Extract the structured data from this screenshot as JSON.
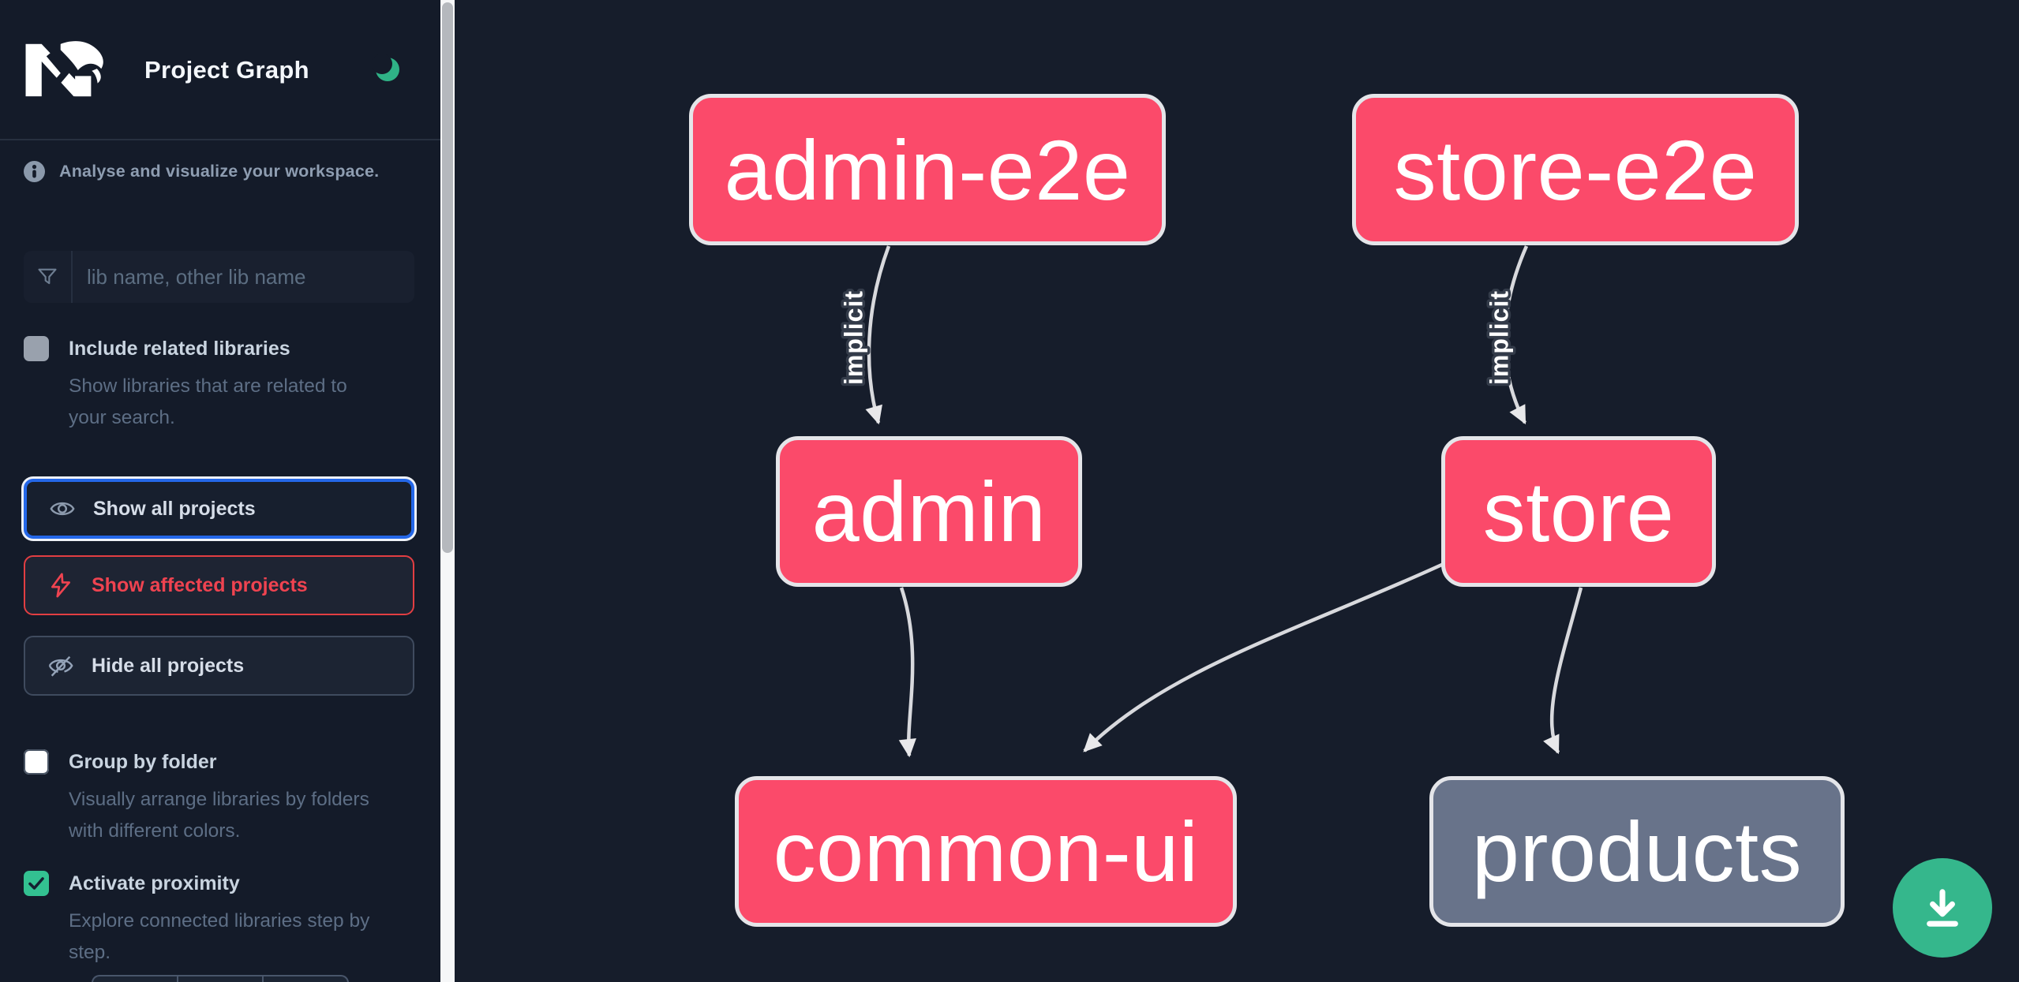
{
  "header": {
    "app_title": "Project Graph",
    "logo": "nx-logo",
    "theme_toggle": "moon-icon"
  },
  "sidebar": {
    "tagline": "Analyse and visualize your workspace.",
    "search": {
      "placeholder": "lib name, other lib name",
      "icon": "funnel-icon"
    },
    "checkboxes": [
      {
        "label": "Include related libraries",
        "description": "Show libraries that are related to your search.",
        "checked": false,
        "style": "gray"
      },
      {
        "label": "Group by folder",
        "description": "Visually arrange libraries by folders with different colors.",
        "checked": false,
        "style": "white"
      },
      {
        "label": "Activate proximity",
        "description": "Explore connected libraries step by step.",
        "checked": true,
        "style": "green"
      }
    ],
    "buttons": [
      {
        "label": "Show all projects",
        "icon": "eye-icon",
        "state": "focused"
      },
      {
        "label": "Show affected projects",
        "icon": "lightning-icon",
        "state": "danger"
      },
      {
        "label": "Hide all projects",
        "icon": "eye-off-icon",
        "state": "default"
      }
    ]
  },
  "graph": {
    "nodes": [
      {
        "label": "admin-e2e",
        "color": "pink"
      },
      {
        "label": "store-e2e",
        "color": "pink"
      },
      {
        "label": "admin",
        "color": "pink"
      },
      {
        "label": "store",
        "color": "pink"
      },
      {
        "label": "common-ui",
        "color": "pink"
      },
      {
        "label": "products",
        "color": "gray"
      }
    ],
    "edges": [
      {
        "from": "admin-e2e",
        "to": "admin",
        "label": "implicit"
      },
      {
        "from": "store-e2e",
        "to": "store",
        "label": "implicit"
      },
      {
        "from": "admin",
        "to": "common-ui",
        "label": ""
      },
      {
        "from": "store",
        "to": "common-ui",
        "label": ""
      },
      {
        "from": "store",
        "to": "products",
        "label": ""
      }
    ]
  },
  "fab": {
    "icon": "download-icon"
  },
  "colors": {
    "background": "#161d2b",
    "sidebar_background": "#141b29",
    "node_pink": "#fb4a6a",
    "node_gray": "#68738a",
    "node_border": "#e4e5e9",
    "edge": "#d8d9dd",
    "accent_green": "#35b78c",
    "checkbox_green": "#33c191",
    "focus_blue": "#2467e8",
    "alert_red": "#ef4350"
  }
}
